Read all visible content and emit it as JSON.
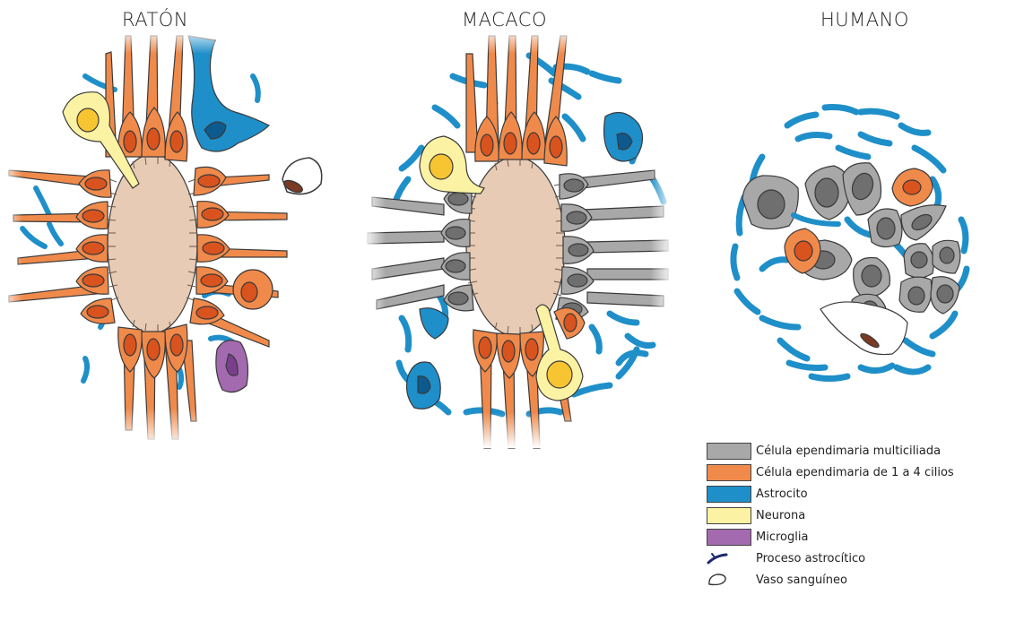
{
  "titles": {
    "raton": "RATÓN",
    "macaco": "MACACO",
    "humano": "HUMANO"
  },
  "legend": [
    {
      "label": "Célula ependimaria  multiciliada",
      "color": "#9e9e9e",
      "icon": "swatch"
    },
    {
      "label": "Célula ependimaria  de 1 a 4 cilios",
      "color": "#f08a4b",
      "icon": "swatch"
    },
    {
      "label": "Astrocito",
      "color": "#1f8fc9",
      "icon": "swatch"
    },
    {
      "label": "Neurona",
      "color": "#fbf3a3",
      "icon": "swatch"
    },
    {
      "label": "Microglia",
      "color": "#a36ab0",
      "icon": "swatch"
    },
    {
      "label": "Proceso astrocítico",
      "color": "#1b2a6b",
      "icon": "astrocytic-process-icon"
    },
    {
      "label": "Vaso sanguíneo",
      "color": "#ffffff",
      "icon": "blood-vessel-icon"
    }
  ],
  "colors": {
    "ependymal_multi": "#a8a8a8",
    "ependymal_multi_nucleus": "#6f6f6f",
    "ependymal_cilia": "#f08a4b",
    "ependymal_cilia_nucleus": "#d9531f",
    "astrocyte": "#1f8fc9",
    "astrocyte_nucleus": "#0d5a8f",
    "neuron": "#fbf3a3",
    "neuron_nucleus": "#f7c531",
    "microglia": "#a36ab0",
    "microglia_nucleus": "#7a3f8c",
    "lumen": "#e8cbb4",
    "outline": "#3a3a3a"
  }
}
